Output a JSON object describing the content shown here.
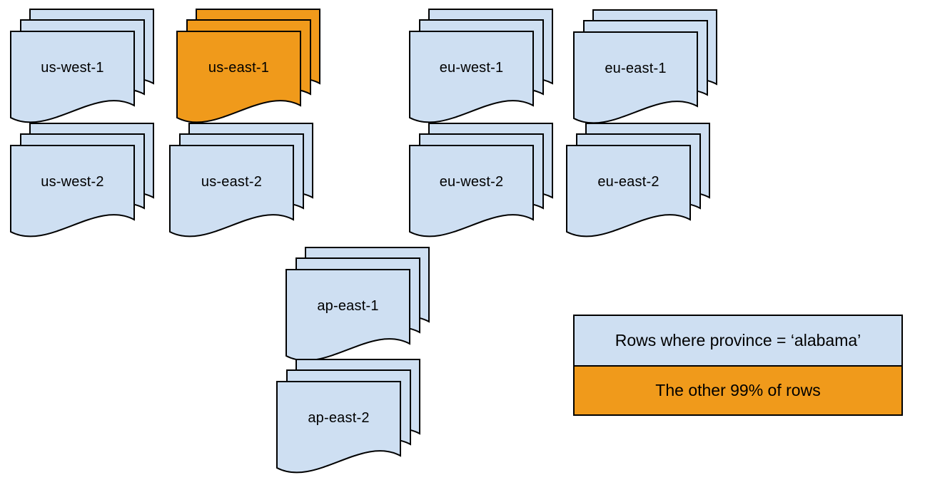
{
  "colors": {
    "background": "#ffffff",
    "region_fill": "#cedff2",
    "highlight_fill": "#f09a1b",
    "stroke": "#000000"
  },
  "regions": [
    {
      "label": "us-west-1",
      "highlighted": false
    },
    {
      "label": "us-east-1",
      "highlighted": true
    },
    {
      "label": "eu-west-1",
      "highlighted": false
    },
    {
      "label": "eu-east-1",
      "highlighted": false
    },
    {
      "label": "us-west-2",
      "highlighted": false
    },
    {
      "label": "us-east-2",
      "highlighted": false
    },
    {
      "label": "eu-west-2",
      "highlighted": false
    },
    {
      "label": "eu-east-2",
      "highlighted": false
    },
    {
      "label": "ap-east-1",
      "highlighted": false
    },
    {
      "label": "ap-east-2",
      "highlighted": false
    }
  ],
  "legend": {
    "items": [
      {
        "label": "Rows where province = ‘alabama’",
        "color": "#cedff2"
      },
      {
        "label": "The other 99% of rows",
        "color": "#f09a1b"
      }
    ]
  }
}
